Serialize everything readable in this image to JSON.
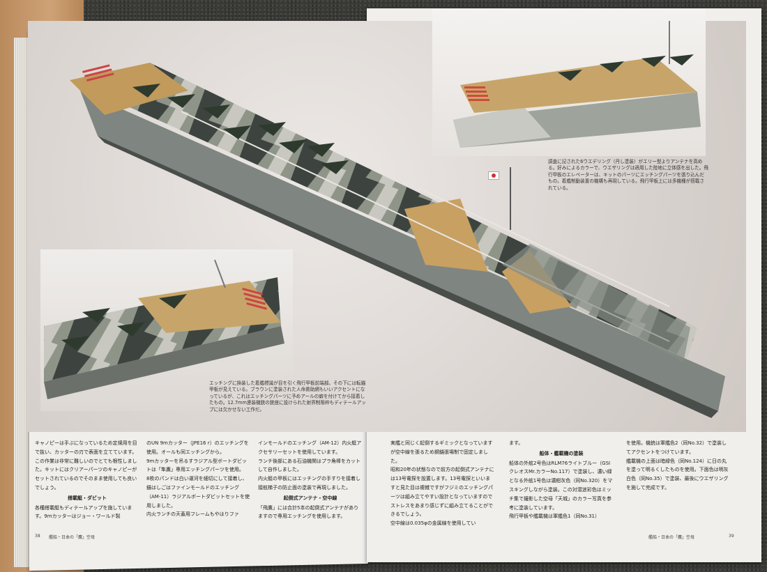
{
  "captions": {
    "top_right": "調査に記された6ウエデリング（丹し塗装）がエリー型よりアンテナを高める。好みによるカラーで、ウエザリングは適用した陸地に立体感を出した。飛行甲板のエレベーターは、キットのパーツにエッチングパーツを張り込んだもの。着艦制動装置の機構も再現している。飛行甲板上には多機種が搭載されている。",
    "middle": "エッチングに換装した着艦標識が目を引く飛行甲板前端部。その下には転錨甲板が見えている。ブラウンに塗装された人命救助網もいいアクセントになっているが、これはエッチングパーツに予めアールの癖を付けてから接着したもの。12.7mm連装機銃の銃座に設けられた射界制限枠もディテールアップには欠かせない工作だ。"
  },
  "article": {
    "col1": [
      {
        "type": "p",
        "text": "キャノピーは手ぶになっているため定規用を目で抜い、カッターの刃で表面を立てています。この作業は非常に難しいのでとても根性しました。キットにはクリアーパーツのキャノピーがセットされているのでそのまま使用しても良いでしょう。"
      },
      {
        "type": "h",
        "text": "搭載艇・ダビット"
      },
      {
        "type": "p",
        "text": "各種搭載艇もディテールアップを施しています。9mカッターはジョー・ワールド製"
      }
    ],
    "col2": [
      {
        "type": "p",
        "text": "のUN 9mカッター（JPE16 r）のエッチングを使用。オールも同エッチングから。\n9mカッターを吊るすラジアル型ボートダビットは「隼鷹」専用エッチングパーツを使用。\n8枚のパンドは白い運河を細切にして接着し、錨はしごはファインモールドのエッチング（AM-11）ラジアルボートダビットセットを使用しました。\n内火ランチの天蓋用フレームもやはりファ"
      }
    ],
    "col3": [
      {
        "type": "p",
        "text": "インモールドのエッチング（AM-12）内火艇アクセサリーセットを使用しています。\nランチ後部にある石油機関はプラ角棒をカットして自作しました。\n内火艇の甲板にはエッチングの手すりを接着し接舷梯子の防止面の塗装で再現しました。"
      },
      {
        "type": "h",
        "text": "起倒式アンテナ・空中線"
      },
      {
        "type": "p",
        "text": "「飛鷹」には合計5本の起倒式アンテナがありますので専用エッチングを使用します。"
      }
    ],
    "col4": [
      {
        "type": "p",
        "text": "実艦と同じく起倒するギミックとなっていますが空中線を張るため鋼錨張場制で固定しました。\n昭和20年の状態なので前方の起倒式アンテナには13号電探を設置します。13号電探といいますと見た目は複雑ですがフジミのエッチングパーツは組み立てやすい設計となっていますのでストレスをあまり感じずに組み立てることができるでしょう。\n空中線は0.035φの金属線を使用してい"
      }
    ],
    "col5": [
      {
        "type": "p",
        "text": "ます。"
      },
      {
        "type": "h",
        "text": "船体・艦載機の塗装"
      },
      {
        "type": "p",
        "text": "船体の外舷2号色はRLM76ライトブルー（GSIクレオスMr.カラーNo.117）で塗装し、濃い緑となる外舷1号色は濃紺灰色（同No.320）をマスキングしながら塗装。この対潜迷彩色はミッチ集で撮影した空母「天城」のカラー写真を参考に塗装しています。\n飛行甲板や艦載機は軍艦色1（同No.31）"
      }
    ],
    "col6": [
      {
        "type": "p",
        "text": "を使用。機銃は軍艦色2（同No.32）で塗装してアクセントをつけています。\n艦載機の上面は暗緑色（同No.124）に日の丸を塗って明るくしたものを使用。下面色は明灰白色（同No.35）で塗装、最後にウエザリングを施して完成です。"
      }
    ]
  },
  "folio": {
    "left_number": "38",
    "left_title": "艦船・日本の「鷹」空母",
    "right_title": "艦船・日本の「鷹」空母",
    "right_number": "39"
  }
}
